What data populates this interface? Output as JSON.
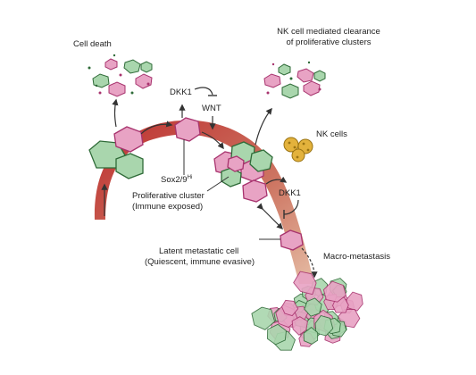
{
  "labels": {
    "cell_death": "Cell death",
    "nk_clearance_line1": "NK cell mediated clearance",
    "nk_clearance_line2": "of proliferative clusters",
    "dkk1_top": "DKK1",
    "wnt": "WNT",
    "nk_cells": "NK cells",
    "sox2_9": "Sox2/9",
    "sox2_9_sup": "Hi",
    "dkk1_right": "DKK1",
    "proliferative_line1": "Proliferative cluster",
    "proliferative_line2": "(Immune exposed)",
    "latent_line1": "Latent metastatic cell",
    "latent_line2": "(Quiescent, immune evasive)",
    "macro": "Macro-metastasis"
  },
  "colors": {
    "pink_cell": "#e8a3c4",
    "pink_stroke": "#a8336e",
    "green_cell": "#a9d6ad",
    "green_stroke": "#2f6b38",
    "vessel": "#c0392b",
    "nk_cell": "#e3b23c",
    "arrow": "#333333"
  }
}
